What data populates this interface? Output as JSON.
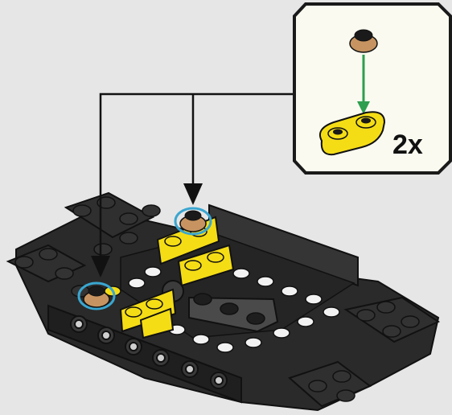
{
  "step": {
    "callout": {
      "quantity_label": "2x",
      "parts": [
        "round-plate-1x1-tan",
        "plate-1x2-rounded-yellow"
      ]
    },
    "colors": {
      "background": "#e6e6e6",
      "callout_bg": "#fafaf0",
      "callout_border": "#1a1a1a",
      "arrow_insert": "#2e9e4f",
      "highlight_ring": "#3aa6d0",
      "brick_black": "#2a2a2a",
      "brick_yellow": "#f5dd16",
      "brick_tan": "#c79461",
      "brick_white": "#f2f2f2"
    }
  }
}
